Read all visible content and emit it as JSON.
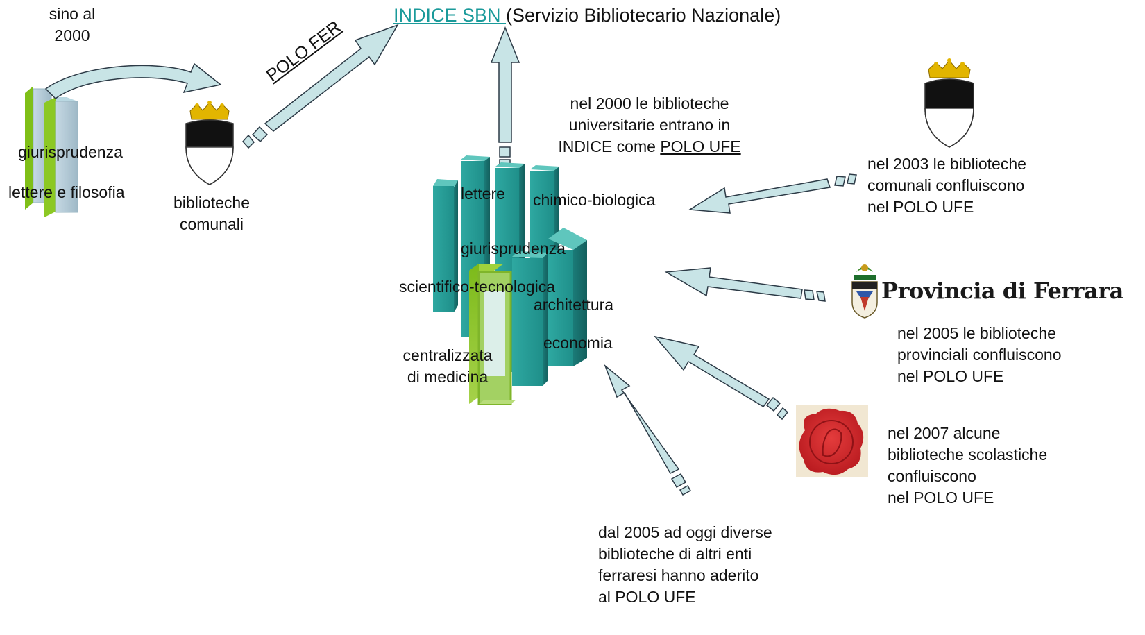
{
  "title": {
    "link": "INDICE SBN ",
    "rest": "(Servizio Bibliotecario Nazionale)"
  },
  "left": {
    "until": [
      "sino al",
      "2000"
    ],
    "books": [
      "giurisprudenza",
      "lettere e filosofia"
    ],
    "municipal": [
      "biblioteche",
      "comunali"
    ],
    "polo_fer": "POLO FER"
  },
  "center": {
    "note": [
      "nel 2000 le biblioteche",
      "universitarie entrano in",
      "INDICE come "
    ],
    "note_link": "POLO UFE",
    "buildings": [
      "lettere",
      "chimico-biologica",
      "giurisprudenza",
      "scientifico-tecnologica",
      "architettura",
      "economia"
    ],
    "medicine": [
      "centralizzata",
      "di medicina"
    ]
  },
  "right": {
    "notes_2003": [
      "nel 2003 le biblioteche",
      "comunali confluiscono",
      "nel POLO UFE"
    ],
    "province_logo": "Provincia di Ferrara",
    "notes_2005": [
      "nel 2005 le biblioteche",
      "provinciali confluiscono",
      "nel POLO UFE"
    ],
    "notes_2007": [
      "nel 2007 alcune",
      "biblioteche scolastiche",
      "confluiscono",
      "nel POLO UFE"
    ]
  },
  "bottom": {
    "notes": [
      "dal 2005 ad oggi diverse",
      "biblioteche di altri enti",
      "ferraresi hanno aderito",
      "al POLO UFE"
    ]
  },
  "colors": {
    "arrow_fill": "#c8e4e6",
    "arrow_stroke": "#2c3a46",
    "teal": "#2aa6a0",
    "green": "#8dc21f",
    "link": "#1a9a9a",
    "seal_red": "#d7262b"
  },
  "icons": [
    "ferrara-crest-icon",
    "province-crest-icon",
    "wax-seal-icon",
    "arrow-icon"
  ]
}
